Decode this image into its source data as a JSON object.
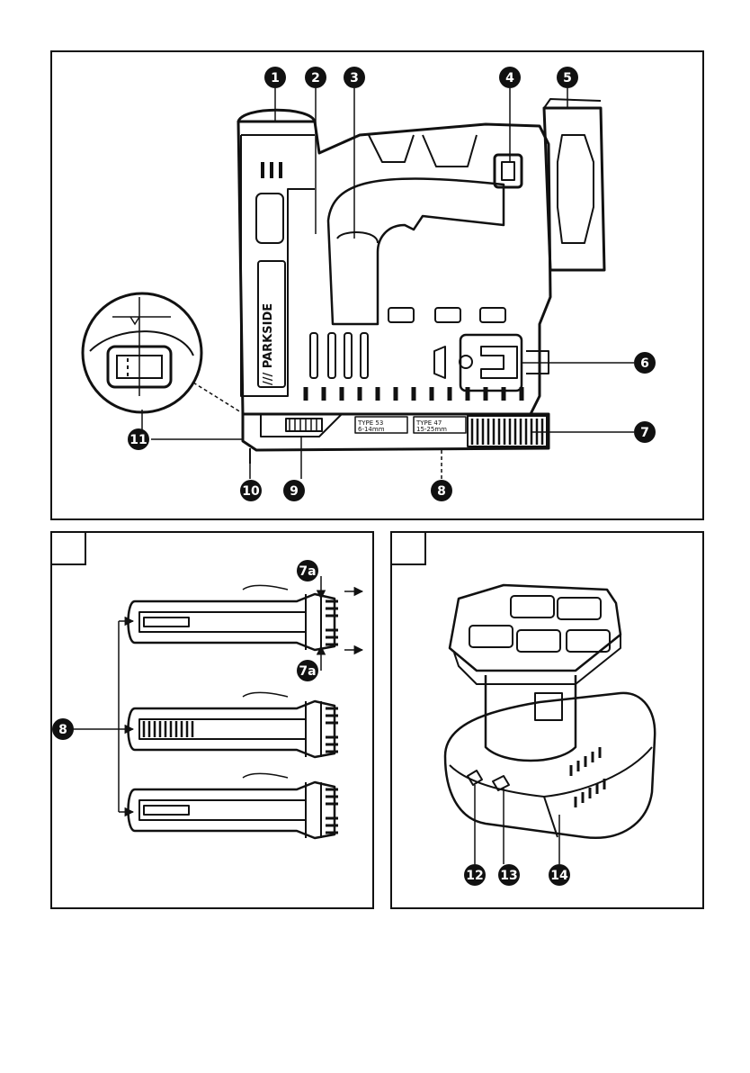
{
  "figure_a": {
    "callouts": [
      "1",
      "2",
      "3",
      "4",
      "5",
      "6",
      "7",
      "8",
      "9",
      "10",
      "11"
    ],
    "brand_label": "/// PARKSIDE",
    "magazine_labels": [
      "TYPE 53",
      "6-14mm",
      "TYPE 47",
      "15-25mm"
    ]
  },
  "figure_b": {
    "callouts": [
      "7a",
      "7a",
      "8"
    ]
  },
  "figure_c": {
    "callouts": [
      "12",
      "13",
      "14"
    ]
  },
  "colors": {
    "ink": "#111111",
    "paper": "#ffffff"
  }
}
